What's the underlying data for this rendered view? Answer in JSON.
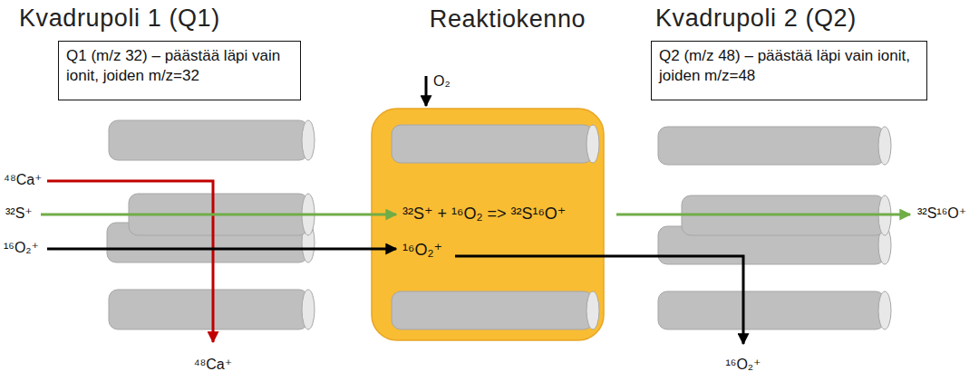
{
  "diagram": {
    "nodes": [
      {
        "text": [
          "Kvadrupoli 1 (Q1)",
          "Q1 (m/z 32) – päästää läpi vain ionit, joiden m/z=32"
        ]
      },
      {
        "text": [
          "Reaktiokenno",
          "³²S⁺ + ¹⁶O₂ => ³²S¹⁶O⁺",
          "¹⁶O₂⁺"
        ]
      },
      {
        "text": [
          "Kvadrupoli 2 (Q2)",
          "Q2 (m/z 48) – päästää läpi vain ionit, joiden m/z=48"
        ]
      }
    ],
    "labels": [
      "O₂",
      "⁴⁸Ca⁺",
      "³²S⁺",
      "¹⁶O₂⁺",
      "⁴⁸Ca⁺",
      "¹⁶O₂⁺",
      "³²S¹⁶O⁺"
    ]
  }
}
